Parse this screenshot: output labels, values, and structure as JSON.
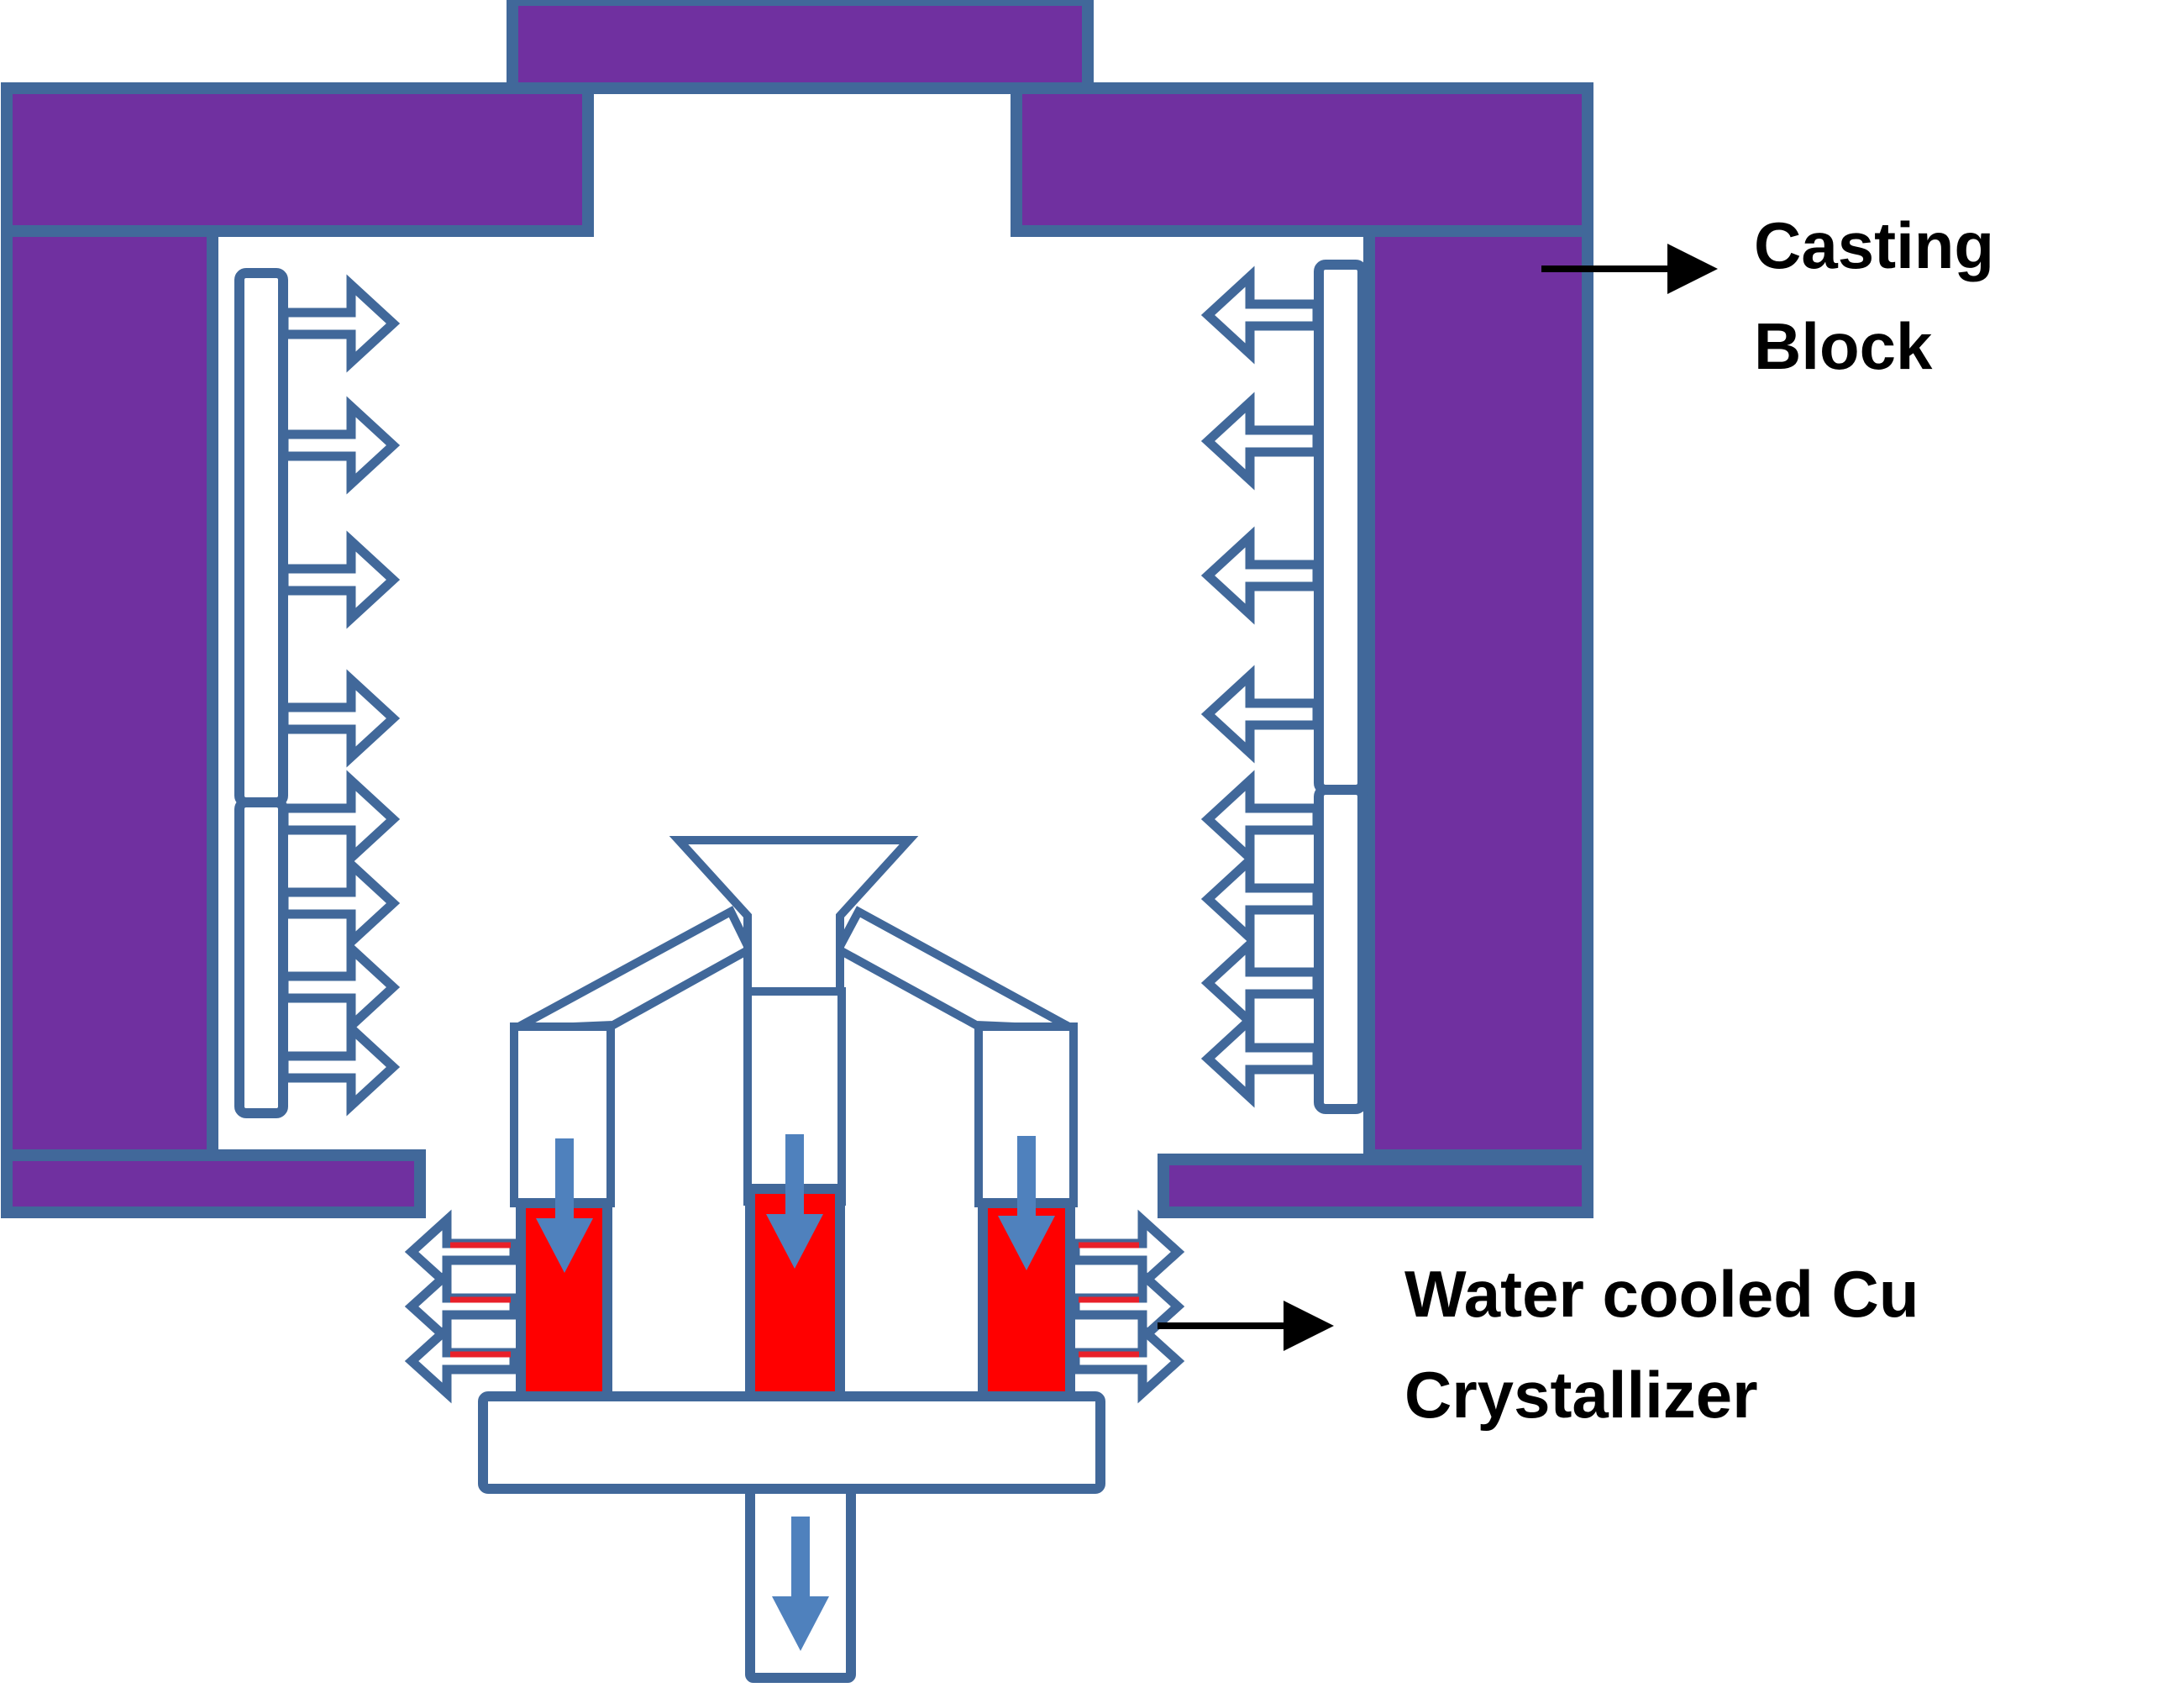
{
  "labels": {
    "casting_block": {
      "line1": "Casting",
      "line2": "Block"
    },
    "crystallizer": {
      "line1": "Water cooled Cu",
      "line2": "Crystallizer"
    }
  },
  "colors": {
    "casting_block_fill": "#7030A0",
    "outline": "#41689A",
    "flow_arrow": "#4F81BD",
    "molten_metal": "#FF0000",
    "cooling_stripe": "#E8202A",
    "pointer_arrow": "#000000",
    "background": "#FFFFFF"
  },
  "icons": {
    "heater_arrow": "arrow-icon",
    "cooling_arrow": "cooling-arrow-icon",
    "flow_arrow": "down-arrow-icon",
    "pointer": "pointer-arrow-icon"
  }
}
